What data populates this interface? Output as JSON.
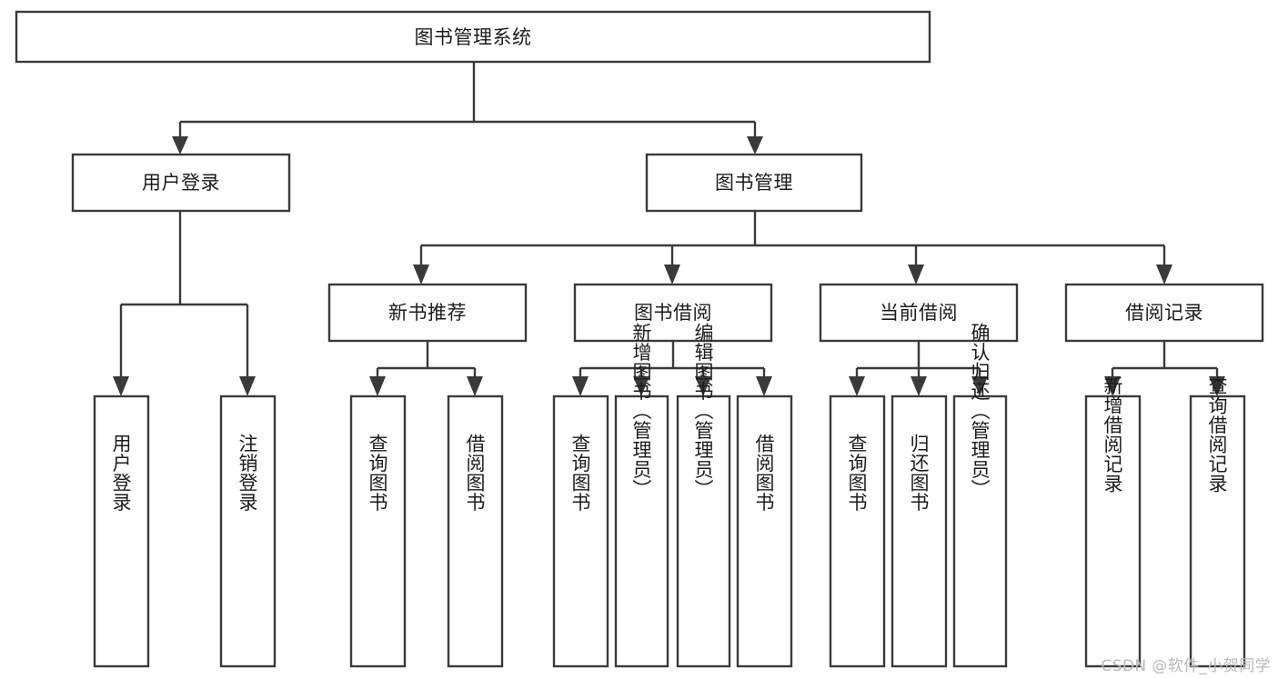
{
  "diagram": {
    "title": "图书管理系统",
    "type": "hierarchy-tree",
    "watermark": "CSDN @软件_小贺同学",
    "colors": {
      "stroke": "#3a3a3a",
      "fill": "#ffffff",
      "text": "#1c1c1c",
      "watermark": "#b9b9b9",
      "background": "#ffffff"
    },
    "nodes": {
      "root": {
        "label": "图书管理系统"
      },
      "level1": [
        {
          "label": "用户登录"
        },
        {
          "label": "图书管理"
        }
      ],
      "level2": [
        {
          "label": "新书推荐"
        },
        {
          "label": "图书借阅"
        },
        {
          "label": "当前借阅"
        },
        {
          "label": "借阅记录"
        }
      ],
      "leaves": {
        "user_login": [
          {
            "label": "用户登录"
          },
          {
            "label": "注销登录"
          }
        ],
        "new_book_recommend": [
          {
            "label": "查询图书"
          },
          {
            "label": "借阅图书"
          }
        ],
        "book_borrow": [
          {
            "label": "查询图书"
          },
          {
            "label": "新增图书（管理员）"
          },
          {
            "label": "编辑图书（管理员）"
          },
          {
            "label": "借阅图书"
          }
        ],
        "current_borrow": [
          {
            "label": "查询图书"
          },
          {
            "label": "归还图书"
          },
          {
            "label": "确认归还（管理员）"
          }
        ],
        "borrow_record": [
          {
            "label": "新增借阅记录"
          },
          {
            "label": "查询借阅记录"
          }
        ]
      }
    }
  }
}
